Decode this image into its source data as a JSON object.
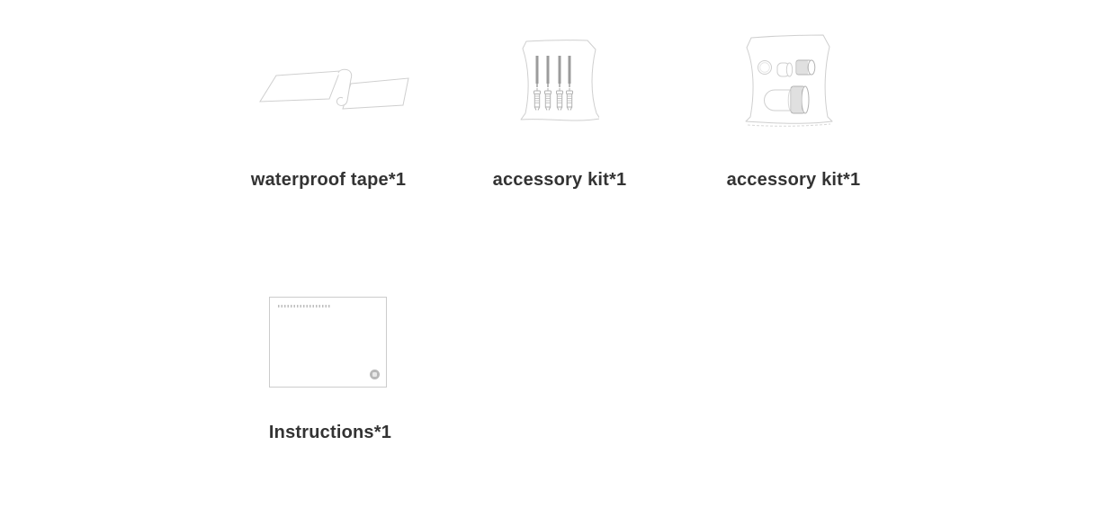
{
  "items": [
    {
      "id": "waterproof-tape",
      "label": "waterproof tape*1",
      "icon": "waterproof-tape-icon"
    },
    {
      "id": "accessory-kit-screws",
      "label": "accessory kit*1",
      "icon": "screws-anchors-bag-icon"
    },
    {
      "id": "accessory-kit-connectors",
      "label": "accessory kit*1",
      "icon": "cable-gland-bag-icon"
    },
    {
      "id": "instructions",
      "label": "Instructions*1",
      "icon": "instruction-manual-icon"
    }
  ],
  "colors": {
    "background": "#ffffff",
    "label_text": "#333333",
    "outline_light": "#cfcfcf",
    "outline_mid": "#b2b2b2",
    "screw_gray": "#9c9c9c",
    "logo_gray": "#b8b8b8"
  }
}
